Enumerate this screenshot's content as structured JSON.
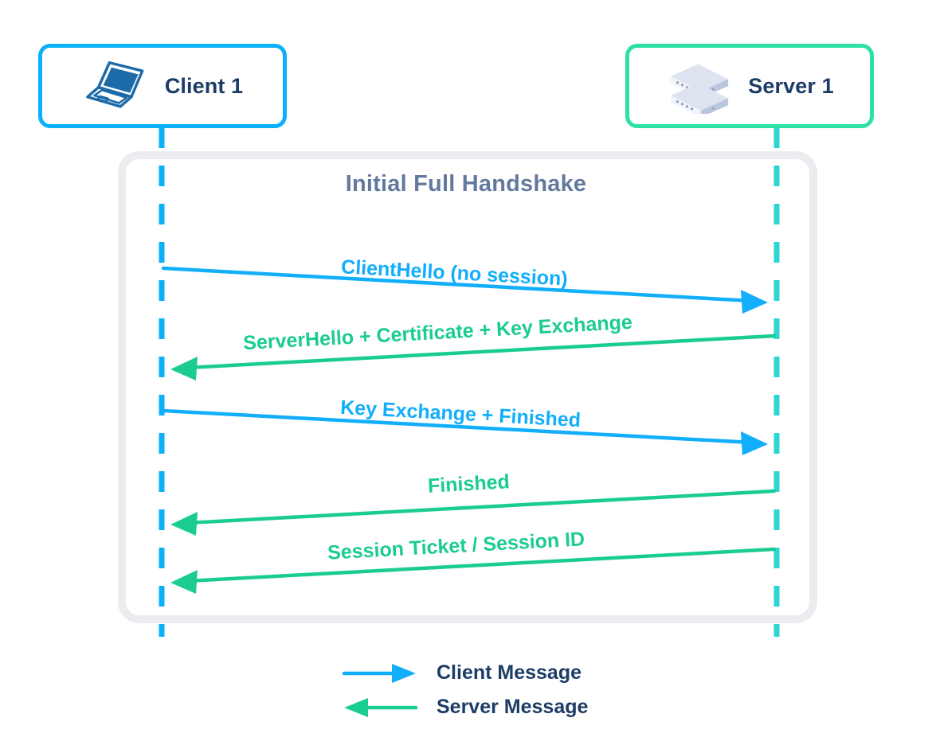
{
  "diagram": {
    "title": "Initial Full Handshake",
    "type": "sequence-diagram",
    "actors": [
      {
        "id": "client",
        "label": "Client 1",
        "icon": "laptop-icon",
        "side": "left",
        "border_color": "#0BB0FB",
        "lifeline_color": "#0BB0FB"
      },
      {
        "id": "server",
        "label": "Server 1",
        "icon": "server-rack-icon",
        "side": "right",
        "border_color": "#2DE0A5",
        "lifeline_color": "#2DD6D6"
      }
    ],
    "messages": [
      {
        "index": 1,
        "label": "ClientHello (no session)",
        "from": "client",
        "to": "server",
        "direction": "right",
        "color": "#12AEFB"
      },
      {
        "index": 2,
        "label": "ServerHello + Certificate + Key Exchange",
        "from": "server",
        "to": "client",
        "direction": "left",
        "color": "#1BCC92"
      },
      {
        "index": 3,
        "label": "Key Exchange + Finished",
        "from": "client",
        "to": "server",
        "direction": "right",
        "color": "#12AEFB"
      },
      {
        "index": 4,
        "label": "Finished",
        "from": "server",
        "to": "client",
        "direction": "left",
        "color": "#1BCC92"
      },
      {
        "index": 5,
        "label": "Session Ticket / Session ID",
        "from": "server",
        "to": "client",
        "direction": "left",
        "color": "#1BCC92"
      }
    ],
    "legend": [
      {
        "id": "client-message",
        "label": "Client Message",
        "color": "#12AEFB",
        "direction": "right"
      },
      {
        "id": "server-message",
        "label": "Server Message",
        "color": "#1BCC92",
        "direction": "left"
      }
    ],
    "colors": {
      "client_blue": "#0BB0FB",
      "client_arrow": "#12AEFB",
      "server_green": "#2DE0A5",
      "server_arrow": "#1BCC92",
      "server_lifeline": "#2DD6D6",
      "panel_border": "#EBECF0",
      "title_gray": "#64799E",
      "label_navy": "#1C3C66",
      "background": "#FFFFFF"
    }
  }
}
